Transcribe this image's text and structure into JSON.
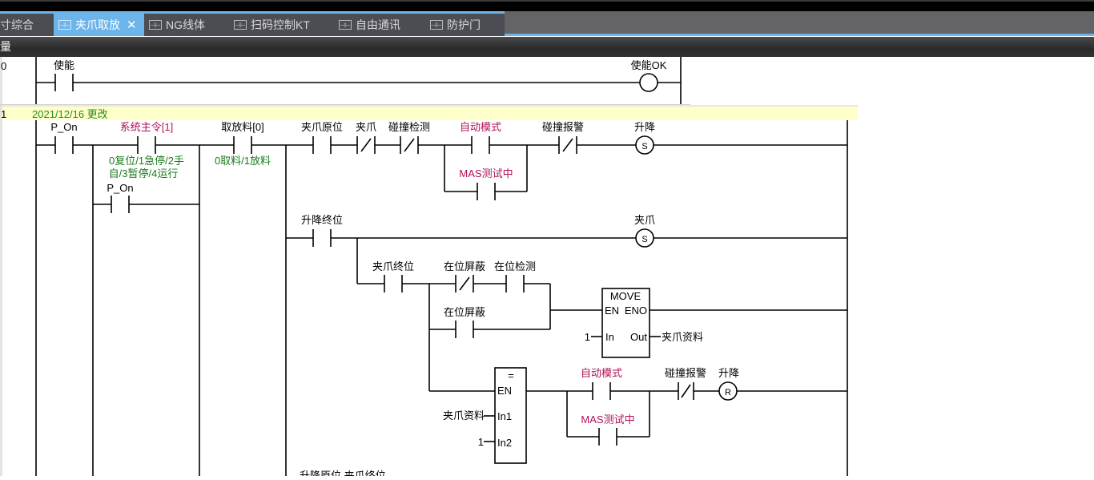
{
  "tabs": [
    {
      "label": "寸综合",
      "icon": "ladder-icon",
      "active": false,
      "partial": true
    },
    {
      "label": "夹爪取放",
      "icon": "ladder-icon",
      "active": true,
      "close": "✕"
    },
    {
      "label": "NG线体",
      "icon": "ladder-icon",
      "active": false
    },
    {
      "label": "扫码控制KT",
      "icon": "ladder-icon",
      "active": false
    },
    {
      "label": "自由通讯",
      "icon": "ladder-icon",
      "active": false
    },
    {
      "label": "防护门",
      "icon": "ladder-icon",
      "active": false
    }
  ],
  "subbar": {
    "label": "量"
  },
  "colors": {
    "accent": "#6cb4ea",
    "comment_bg": "#ffffcc",
    "comment_text": "#2a8a1a",
    "var_magenta": "#b0105a",
    "var_green": "#1a7a1a"
  },
  "rungs": [
    {
      "number": "0",
      "contacts": [
        {
          "label": "使能",
          "type": "NO"
        }
      ],
      "coil": {
        "label": "使能OK",
        "type": "normal"
      }
    },
    {
      "number": "1",
      "comment": "2021/12/16 更改",
      "labels": {
        "p_on": "P_On",
        "sys_cmd": "系统主令[1]",
        "sys_cmd_comment_line1": "0复位/1急停/2手",
        "sys_cmd_comment_line2": "自/3暂停/4运行",
        "p_on_2": "P_On",
        "pick_place": "取放料[0]",
        "pick_place_comment": "0取料/1放料",
        "gripper_home": "夹爪原位",
        "gripper": "夹爪",
        "collision_detect": "碰撞检测",
        "auto_mode": "自动模式",
        "mas_testing": "MAS测试中",
        "collision_alarm": "碰撞报警",
        "lift_coil": "升降",
        "lift_coil_type": "S",
        "lift_end": "升降终位",
        "gripper_coil": "夹爪",
        "gripper_coil_type": "S",
        "gripper_end": "夹爪终位",
        "inpos_mask": "在位屏蔽",
        "inpos_detect": "在位检测",
        "inpos_mask_2": "在位屏蔽",
        "move_title": "MOVE",
        "move_en": "EN",
        "move_eno": "ENO",
        "move_in": "In",
        "move_out": "Out",
        "move_in_val": "1",
        "move_out_var": "夹爪资料",
        "eq_title": "=",
        "eq_en": "EN",
        "eq_in1": "In1",
        "eq_in2": "In2",
        "eq_in1_var": "夹爪资料",
        "eq_in2_val": "1",
        "auto_mode_2": "自动模式",
        "mas_testing_2": "MAS测试中",
        "collision_alarm_2": "碰撞报警",
        "lift_reset_coil": "升降",
        "lift_reset_type": "R",
        "bottom_partial": "升降原位  夹爪终位"
      }
    }
  ]
}
